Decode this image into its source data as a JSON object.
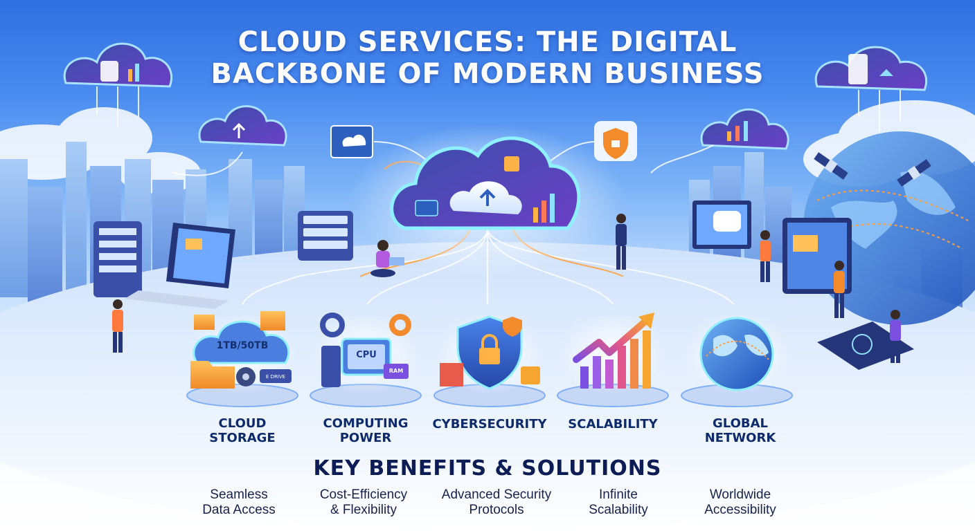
{
  "title": {
    "line1": "CLOUD SERVICES: THE DIGITAL",
    "line2": "BACKBONE OF MODERN BUSINESS"
  },
  "categories": [
    {
      "label": "CLOUD STORAGE",
      "icon": "cloud-storage-icon"
    },
    {
      "label": "COMPUTING POWER",
      "icon": "cpu-chip-icon"
    },
    {
      "label": "CYBERSECURITY",
      "icon": "security-shield-icon"
    },
    {
      "label": "SCALABILITY",
      "icon": "growth-chart-icon"
    },
    {
      "label": "GLOBAL NETWORK",
      "icon": "globe-icon"
    }
  ],
  "storage_tag": "1TB/50TB",
  "cpu_tag": "CPU",
  "ram_tag": "RAM",
  "drive_tag": "E DRIVE",
  "subheading": "KEY BENEFITS & SOLUTIONS",
  "benefits": [
    {
      "line1": "Seamless",
      "line2": "Data Access"
    },
    {
      "line1": "Cost-Efficiency",
      "line2": "& Flexibility"
    },
    {
      "line1": "Advanced Security",
      "line2": "Protocols"
    },
    {
      "line1": "Infinite",
      "line2": "Scalability"
    },
    {
      "line1": "Worldwide",
      "line2": "Accessibility"
    }
  ],
  "colors": {
    "sky_top": "#2f6fe0",
    "title_text": "#ffffff",
    "navy_text": "#0c1c55",
    "accent_orange": "#f38a2c",
    "accent_purple": "#7b4fe0",
    "glow_cyan": "#7fe3ff"
  }
}
